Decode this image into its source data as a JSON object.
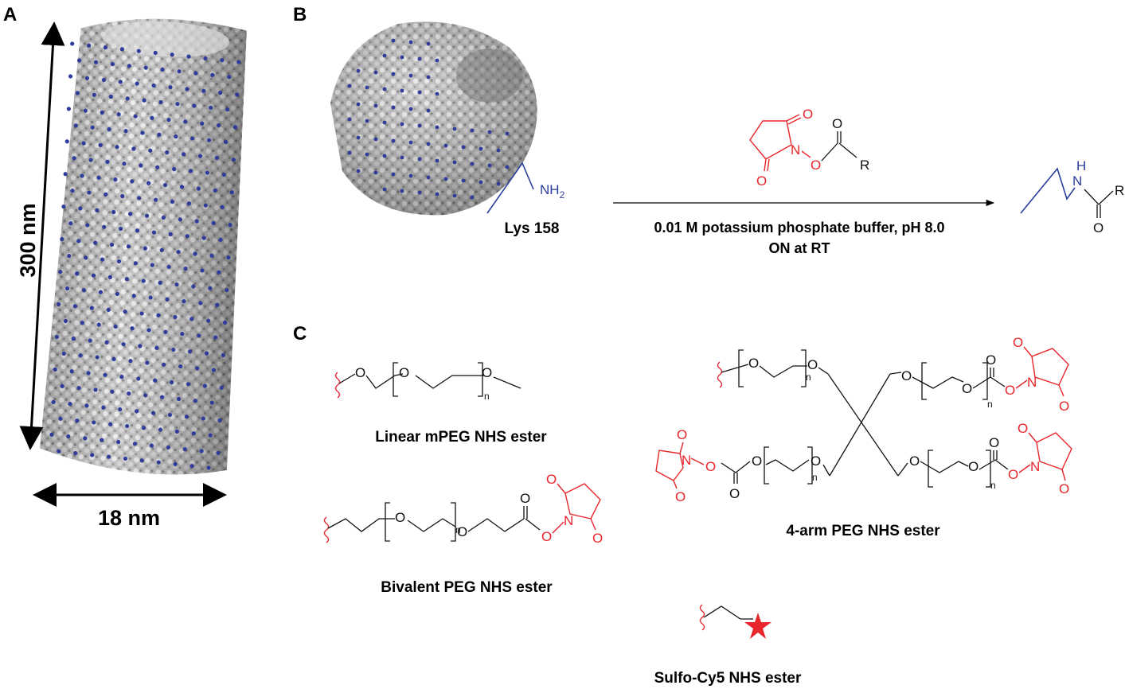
{
  "panels": {
    "a": "A",
    "b": "B",
    "c": "C"
  },
  "panel_a": {
    "length_label": "300 nm",
    "width_label": "18 nm"
  },
  "panel_b": {
    "residue_label": "Lys 158",
    "amine_label": "NH",
    "amine_sub": "2",
    "conditions_line1": "0.01 M potassium phosphate buffer, pH 8.0",
    "conditions_line2": "ON at RT",
    "reagent_atoms": {
      "o": "O",
      "n": "N",
      "r": "R"
    },
    "product_atoms": {
      "nh": "H",
      "n": "N",
      "o": "O",
      "r": "R"
    }
  },
  "panel_c": {
    "linear_label": "Linear mPEG NHS ester",
    "bivalent_label": "Bivalent PEG NHS ester",
    "fourarm_label": "4-arm PEG NHS ester",
    "cy5_label": "Sulfo-Cy5 NHS ester",
    "atom_o": "O",
    "atom_n": "N",
    "repeat_n": "n"
  },
  "colors": {
    "nhs_red": "#e8262b",
    "lysine_blue": "#2b3d9c",
    "protein_grey": "#9a9a9a",
    "lysine_dot": "#2f3c9a"
  }
}
